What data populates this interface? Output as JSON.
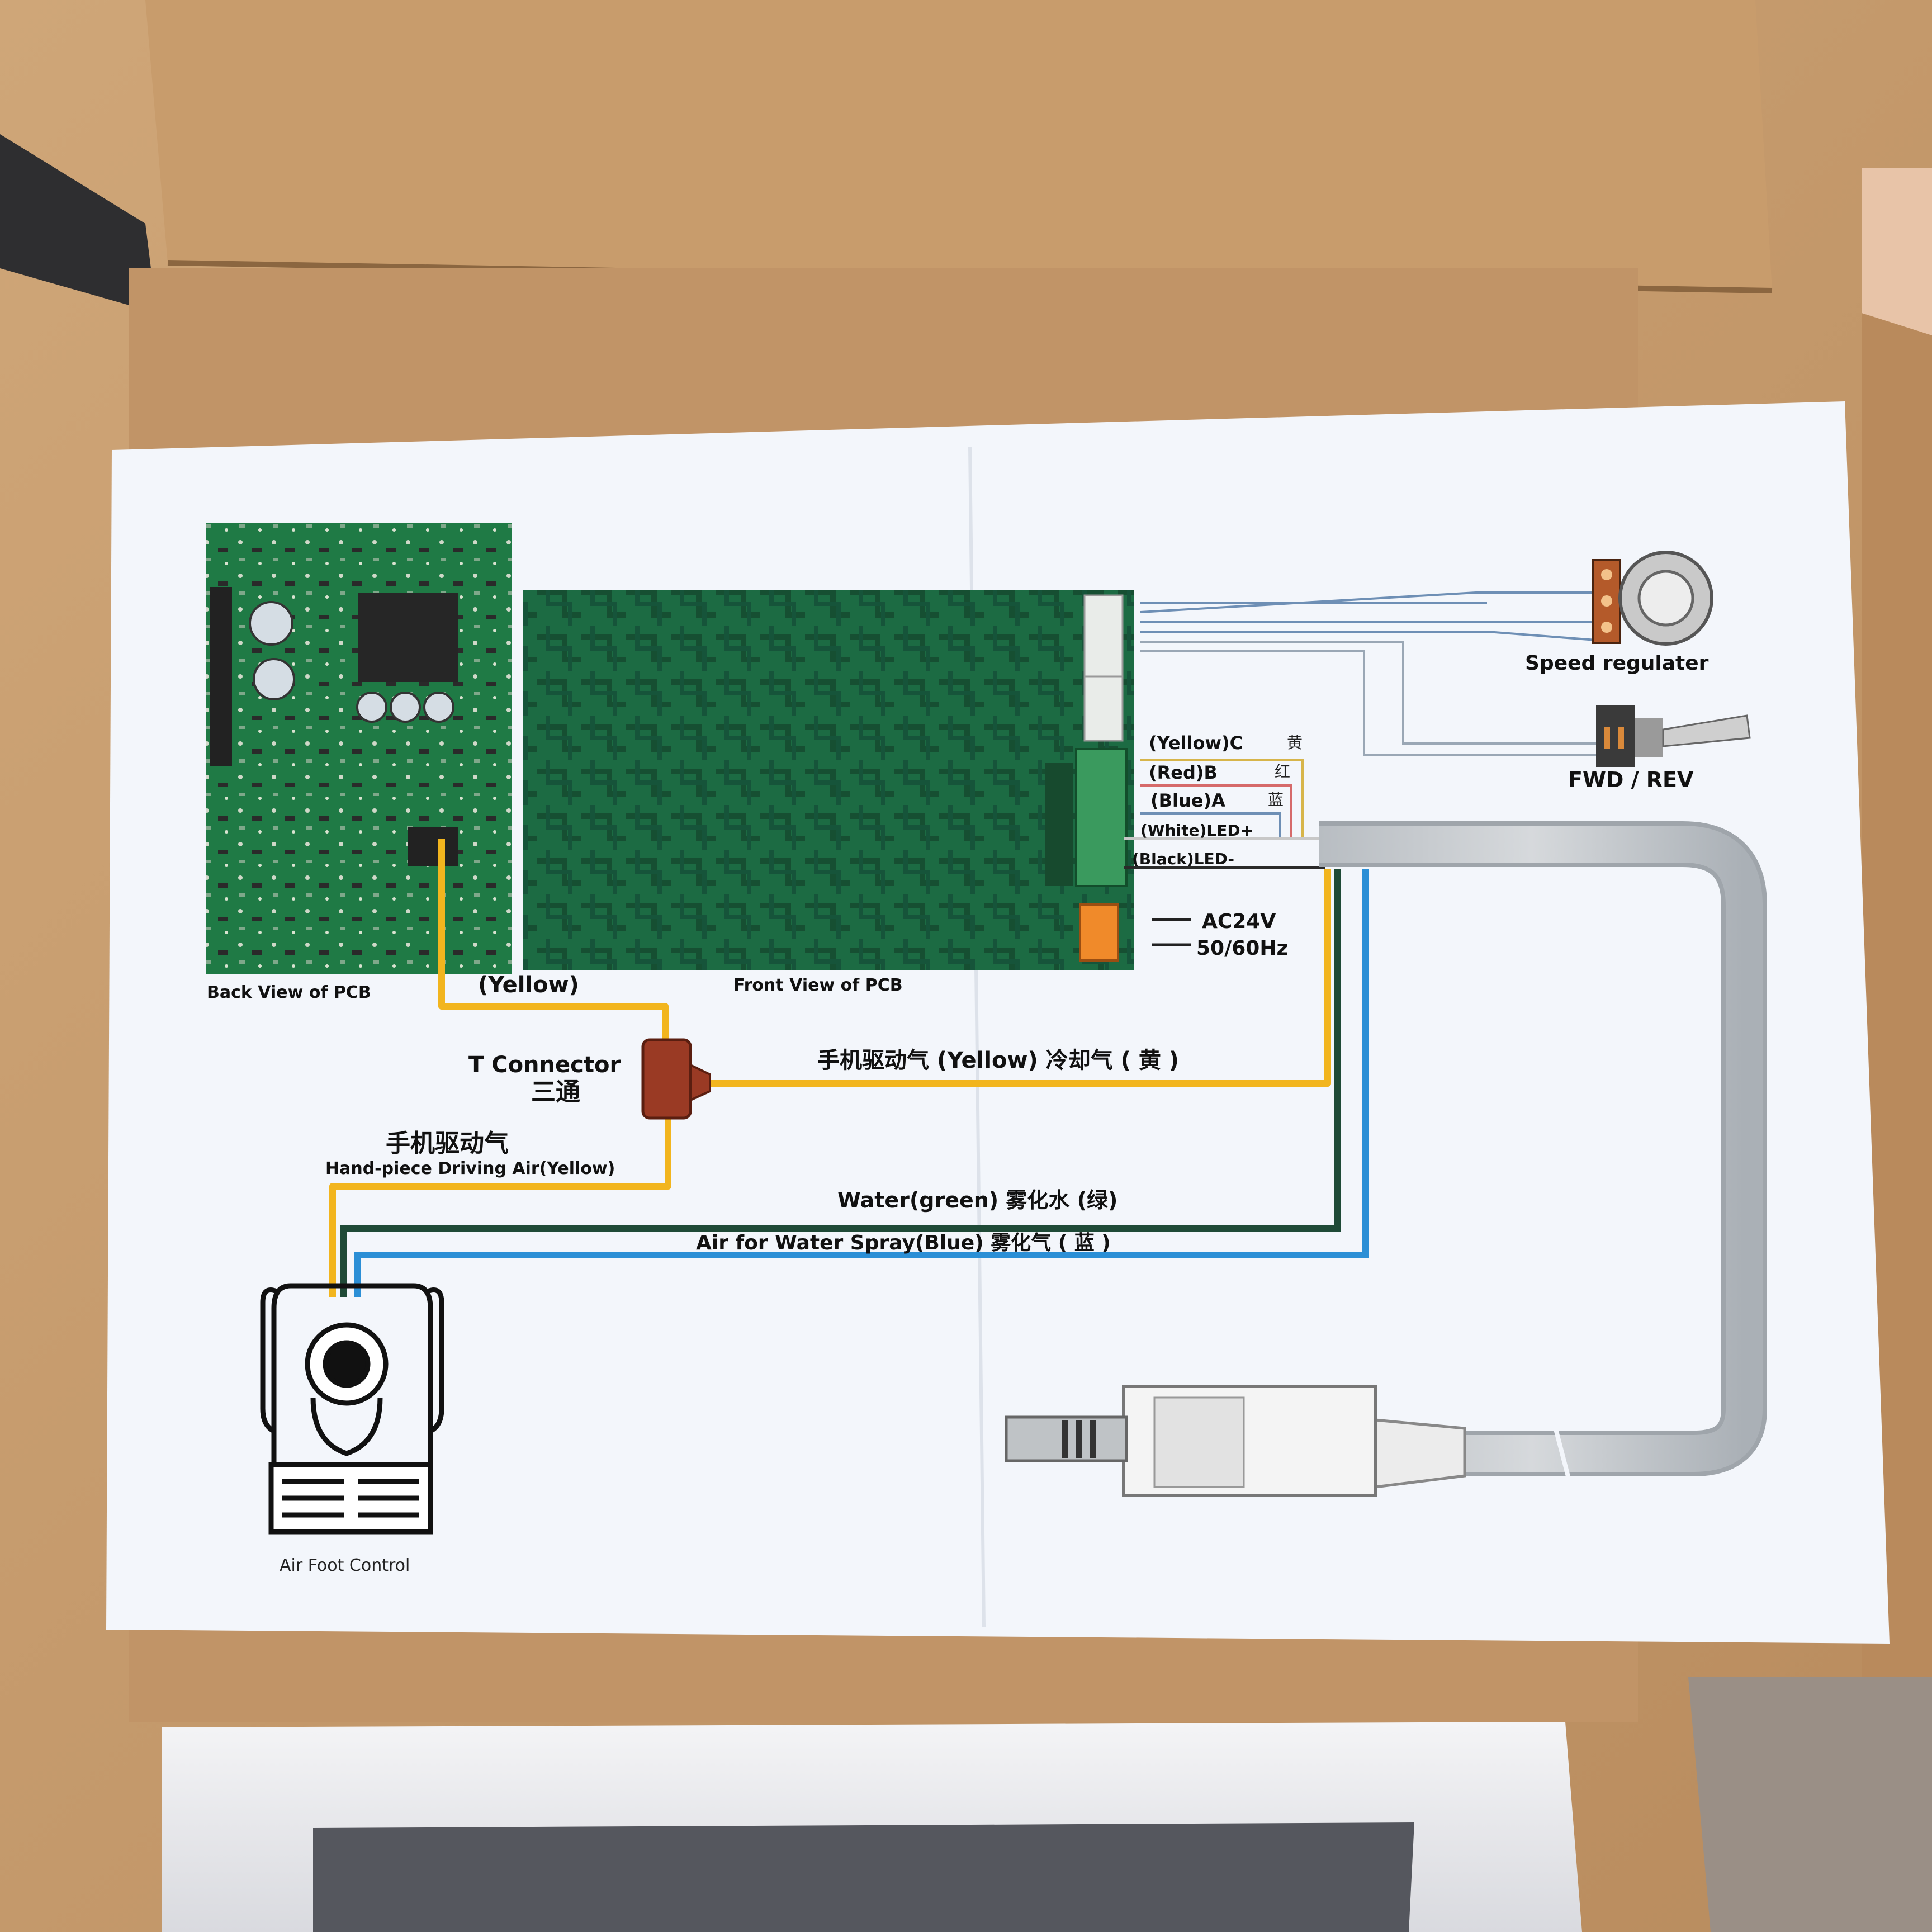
{
  "diagram": {
    "back_view_label": "Back View of PCB",
    "front_view_label": "Front View of PCB",
    "yellow_top_label": "(Yellow)",
    "t_connector_en": "T Connector",
    "t_connector_cn": "三通",
    "handpiece_air_cn": "手机驱动气",
    "handpiece_air_en": "Hand-piece Driving Air(Yellow)",
    "cooling_air": "手机驱动气 (Yellow) 冷却气 ( 黄 )",
    "water_green": "Water(green) 雾化水 (绿)",
    "air_spray_blue": "Air for Water Spray(Blue) 雾化气 ( 蓝 )",
    "air_foot_control": "Air Foot Control",
    "speed_regulator": "Speed regulater",
    "fwd_rev": "FWD / REV",
    "ac24v": "AC24V",
    "hz": "50/60Hz",
    "wires": [
      {
        "label": "(Yellow)C",
        "cn": "黄"
      },
      {
        "label": "(Red)B",
        "cn": "红"
      },
      {
        "label": "(Blue)A",
        "cn": "蓝"
      },
      {
        "label": "(White)LED+",
        "cn": ""
      },
      {
        "label": "(Black)LED-",
        "cn": ""
      }
    ]
  },
  "colors": {
    "cardboard": "#c49a6c",
    "paper": "#f3f6fb",
    "pcb_green": "#1f7a45",
    "yellow_tube": "#f2b51e",
    "green_tube": "#1f4a37",
    "blue_tube": "#2b8fd6",
    "cable_grey": "#c8ccd0",
    "t_connector": "#9a3a24"
  }
}
